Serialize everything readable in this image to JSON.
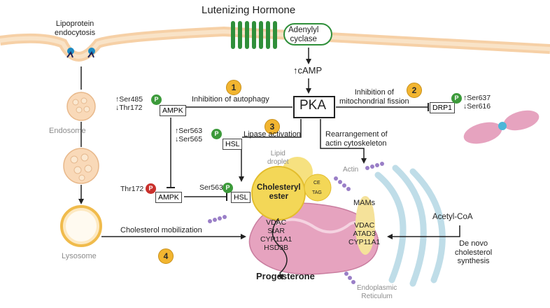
{
  "title": "Lutenizing Hormone",
  "adenylyl_cyclase": "Adenylyl\ncyclase",
  "camp": "↑cAMP",
  "pka": "PKA",
  "lipoprotein": "Lipoprotein\nendocytosis",
  "endosome": "Endosome",
  "lysosome": "Lysosome",
  "steps": {
    "n1": "1",
    "n2": "2",
    "n3": "3",
    "n4": "4",
    "autophagy": "Inhibition of autophagy",
    "fission": "Inhibition of\nmitochondrial fission",
    "lipase": "Lipase activation",
    "actin_rearr": "Rearrangement of\nactin cytoskeleton",
    "chol_mob": "Cholesterol mobilization"
  },
  "ampk_top": {
    "sites": "↑Ser485\n↓Thr172",
    "label": "AMPK",
    "p": "P"
  },
  "drp1": {
    "label": "DRP1",
    "sites": "↑Ser637\n↓Ser616",
    "p": "P"
  },
  "hsl_top": {
    "sites": "↑Ser563\n↓Ser565",
    "label": "HSL",
    "p": "P"
  },
  "ampk_bottom": {
    "site": "Thr172",
    "label": "AMPK",
    "p": "P"
  },
  "hsl_bottom": {
    "site": "Ser563",
    "label": "HSL",
    "p": "P"
  },
  "lipid_droplet": "Lipid\ndroplet",
  "cholesteryl_ester": "Cholesteryl\nester",
  "ce": "CE",
  "tag": "TAG",
  "actin": "Actin",
  "mams": "MAMs",
  "mito_proteins": "VDAC\nStAR\nCYP11A1\nHSD3B",
  "mam_proteins": "VDAC\nATAD3\nCYP11A1",
  "acetyl_coa": "Acetyl-CoA",
  "denovo": "De novo\ncholesterol\nsynthesis",
  "progesterone": "Progesterone",
  "er": "Endoplasmic\nReticulum",
  "colors": {
    "membrane": "#f6d0a6",
    "receptor": "#2f8f3a",
    "pka_border": "#222222",
    "badge": "#f2b530",
    "droplet": "#f5dc6a",
    "mito": "#e6a3bf",
    "er": "#bfdde8"
  }
}
